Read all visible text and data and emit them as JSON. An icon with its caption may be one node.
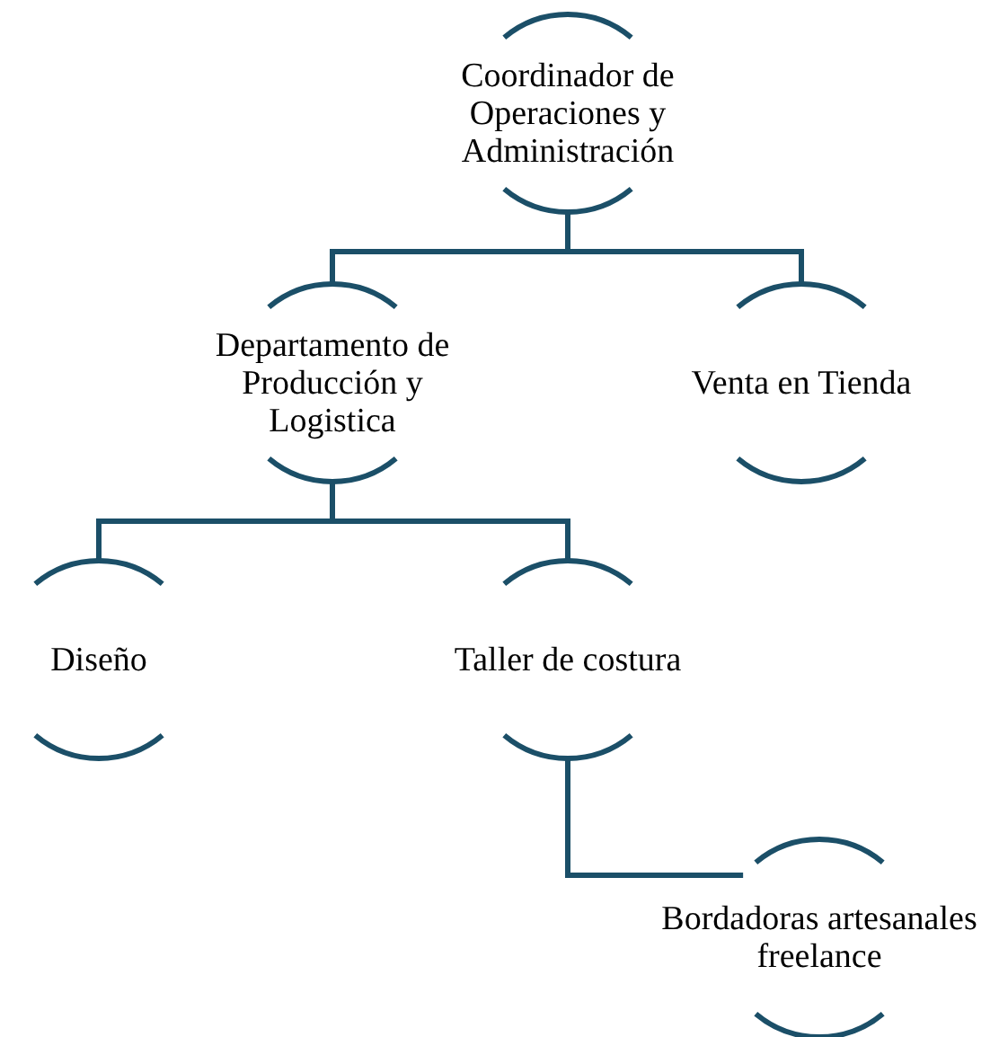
{
  "diagram": {
    "nodes": [
      {
        "text": [
          "Coordinador de Operaciones y Administración"
        ]
      },
      {
        "text": [
          "Departamento de Producción y Logistica"
        ]
      },
      {
        "text": [
          "Venta en Tienda"
        ]
      },
      {
        "text": [
          "Diseño"
        ]
      },
      {
        "text": [
          "Taller de costura"
        ]
      },
      {
        "text": [
          "Bordadoras artesanales freelance"
        ]
      }
    ],
    "edges": [
      {
        "from": 0,
        "to": 1,
        "arrow": "none"
      },
      {
        "from": 0,
        "to": 2,
        "arrow": "none"
      },
      {
        "from": 1,
        "to": 3,
        "arrow": "none"
      },
      {
        "from": 1,
        "to": 4,
        "arrow": "none"
      },
      {
        "from": 4,
        "to": 5,
        "arrow": "none"
      }
    ]
  }
}
